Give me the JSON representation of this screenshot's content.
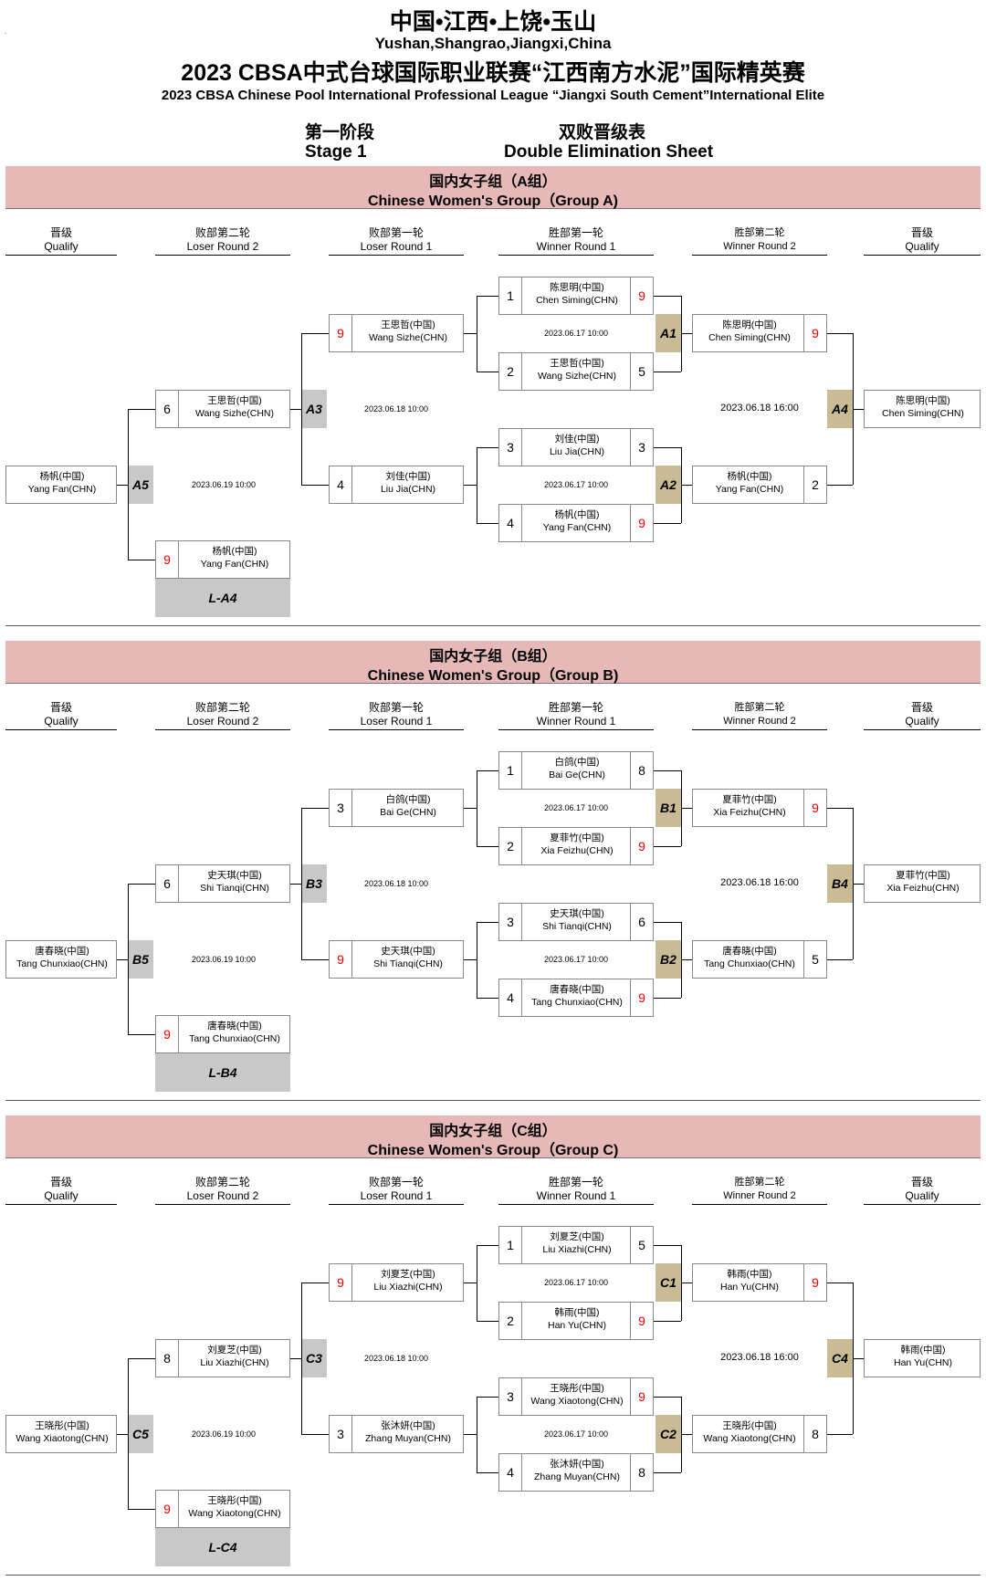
{
  "header": {
    "city_cn": "中国•江西•上饶•玉山",
    "city_en": "Yushan,Shangrao,Jiangxi,China",
    "title_cn": "2023 CBSA中式台球国际职业联赛“江西南方水泥”国际精英赛",
    "title_en": "2023 CBSA Chinese Pool International Professional League  “Jiangxi South Cement”International Elite",
    "stage_cn": "第一阶段",
    "stage_en": "Stage 1",
    "sheet_cn": "双败晋级表",
    "sheet_en": "Double Elimination Sheet"
  },
  "columns": {
    "qualify": [
      "晋级",
      "Qualify"
    ],
    "lr2": [
      "败部第二轮",
      "Loser Round 2"
    ],
    "lr1": [
      "败部第一轮",
      "Loser Round 1"
    ],
    "wr1": [
      "胜部第一轮",
      "Winner Round 1"
    ],
    "wr2": [
      "胜部第二轮",
      "Winner Round 2"
    ]
  },
  "groups": [
    {
      "cn": "国内女子组（A组）",
      "en": "Chinese Women's Group（Group A)",
      "wr1": [
        {
          "seed": "1",
          "cn": "陈思明(中国)",
          "en": "Chen Siming(CHN)",
          "score": "9",
          "red": true
        },
        {
          "seed": "2",
          "cn": "王思哲(中国)",
          "en": "Wang Sizhe(CHN)",
          "score": "5",
          "red": false
        },
        {
          "seed": "3",
          "cn": "刘佳(中国)",
          "en": "Liu Jia(CHN)",
          "score": "3",
          "red": false
        },
        {
          "seed": "4",
          "cn": "杨帆(中国)",
          "en": "Yang Fan(CHN)",
          "score": "9",
          "red": true
        }
      ],
      "m1": "A1",
      "m2": "A2",
      "m3": "A3",
      "m4": "A4",
      "m5": "A5",
      "d1": "2023.06.17 10:00",
      "d2": "2023.06.17 10:00",
      "d3": "2023.06.18 10:00",
      "d4": "2023.06.18 16:00",
      "d5": "2023.06.19 10:00",
      "wr2": [
        {
          "cn": "陈思明(中国)",
          "en": "Chen Siming(CHN)",
          "score": "9",
          "red": true
        },
        {
          "cn": "杨帆(中国)",
          "en": "Yang Fan(CHN)",
          "score": "2",
          "red": false
        }
      ],
      "q_right": {
        "cn": "陈思明(中国)",
        "en": "Chen Siming(CHN)"
      },
      "lr1": [
        {
          "cn": "王思哲(中国)",
          "en": "Wang Sizhe(CHN)",
          "score": "9",
          "red": true
        },
        {
          "cn": "刘佳(中国)",
          "en": "Liu Jia(CHN)",
          "score": "4",
          "red": false
        }
      ],
      "lr2": [
        {
          "cn": "王思哲(中国)",
          "en": "Wang Sizhe(CHN)",
          "score": "6",
          "red": false
        },
        {
          "cn": "杨帆(中国)",
          "en": "Yang Fan(CHN)",
          "score": "9",
          "red": true
        }
      ],
      "q_left": {
        "cn": "杨帆(中国)",
        "en": "Yang Fan(CHN)"
      },
      "lslot": "L-A4"
    },
    {
      "cn": "国内女子组（B组）",
      "en": "Chinese Women's Group（Group B)",
      "wr1": [
        {
          "seed": "1",
          "cn": "白鸽(中国)",
          "en": "Bai Ge(CHN)",
          "score": "8",
          "red": false
        },
        {
          "seed": "2",
          "cn": "夏菲竹(中国)",
          "en": "Xia Feizhu(CHN)",
          "score": "9",
          "red": true
        },
        {
          "seed": "3",
          "cn": "史天琪(中国)",
          "en": "Shi Tianqi(CHN)",
          "score": "6",
          "red": false
        },
        {
          "seed": "4",
          "cn": "唐春晓(中国)",
          "en": "Tang Chunxiao(CHN)",
          "score": "9",
          "red": true
        }
      ],
      "m1": "B1",
      "m2": "B2",
      "m3": "B3",
      "m4": "B4",
      "m5": "B5",
      "d1": "2023.06.17 10:00",
      "d2": "2023.06.17 10:00",
      "d3": "2023.06.18 10:00",
      "d4": "2023.06.18 16:00",
      "d5": "2023.06.19 10:00",
      "wr2": [
        {
          "cn": "夏菲竹(中国)",
          "en": "Xia Feizhu(CHN)",
          "score": "9",
          "red": true
        },
        {
          "cn": "唐春晓(中国)",
          "en": "Tang Chunxiao(CHN)",
          "score": "5",
          "red": false
        }
      ],
      "q_right": {
        "cn": "夏菲竹(中国)",
        "en": "Xia Feizhu(CHN)"
      },
      "lr1": [
        {
          "cn": "白鸽(中国)",
          "en": "Bai Ge(CHN)",
          "score": "3",
          "red": false
        },
        {
          "cn": "史天琪(中国)",
          "en": "Shi Tianqi(CHN)",
          "score": "9",
          "red": true
        }
      ],
      "lr2": [
        {
          "cn": "史天琪(中国)",
          "en": "Shi Tianqi(CHN)",
          "score": "6",
          "red": false
        },
        {
          "cn": "唐春晓(中国)",
          "en": "Tang Chunxiao(CHN)",
          "score": "9",
          "red": true
        }
      ],
      "q_left": {
        "cn": "唐春晓(中国)",
        "en": "Tang Chunxiao(CHN)"
      },
      "lslot": "L-B4"
    },
    {
      "cn": "国内女子组（C组）",
      "en": "Chinese Women's Group（Group C)",
      "wr1": [
        {
          "seed": "1",
          "cn": "刘夏芝(中国)",
          "en": "Liu Xiazhi(CHN)",
          "score": "5",
          "red": false
        },
        {
          "seed": "2",
          "cn": "韩雨(中国)",
          "en": "Han Yu(CHN)",
          "score": "9",
          "red": true
        },
        {
          "seed": "3",
          "cn": "王晓彤(中国)",
          "en": "Wang Xiaotong(CHN)",
          "score": "9",
          "red": true
        },
        {
          "seed": "4",
          "cn": "张沐妍(中国)",
          "en": "Zhang Muyan(CHN)",
          "score": "8",
          "red": false
        }
      ],
      "m1": "C1",
      "m2": "C2",
      "m3": "C3",
      "m4": "C4",
      "m5": "C5",
      "d1": "2023.06.17 10:00",
      "d2": "2023.06.17 10:00",
      "d3": "2023.06.18 10:00",
      "d4": "2023.06.18 16:00",
      "d5": "2023.06.19 10:00",
      "wr2": [
        {
          "cn": "韩雨(中国)",
          "en": "Han Yu(CHN)",
          "score": "9",
          "red": true
        },
        {
          "cn": "王晓彤(中国)",
          "en": "Wang Xiaotong(CHN)",
          "score": "8",
          "red": false
        }
      ],
      "q_right": {
        "cn": "韩雨(中国)",
        "en": "Han Yu(CHN)"
      },
      "lr1": [
        {
          "cn": "刘夏芝(中国)",
          "en": "Liu Xiazhi(CHN)",
          "score": "9",
          "red": true
        },
        {
          "cn": "张沐妍(中国)",
          "en": "Zhang Muyan(CHN)",
          "score": "3",
          "red": false
        }
      ],
      "lr2": [
        {
          "cn": "刘夏芝(中国)",
          "en": "Liu Xiazhi(CHN)",
          "score": "8",
          "red": false
        },
        {
          "cn": "王晓彤(中国)",
          "en": "Wang Xiaotong(CHN)",
          "score": "9",
          "red": true
        }
      ],
      "q_left": {
        "cn": "王晓彤(中国)",
        "en": "Wang Xiaotong(CHN)"
      },
      "lslot": "L-C4"
    }
  ]
}
